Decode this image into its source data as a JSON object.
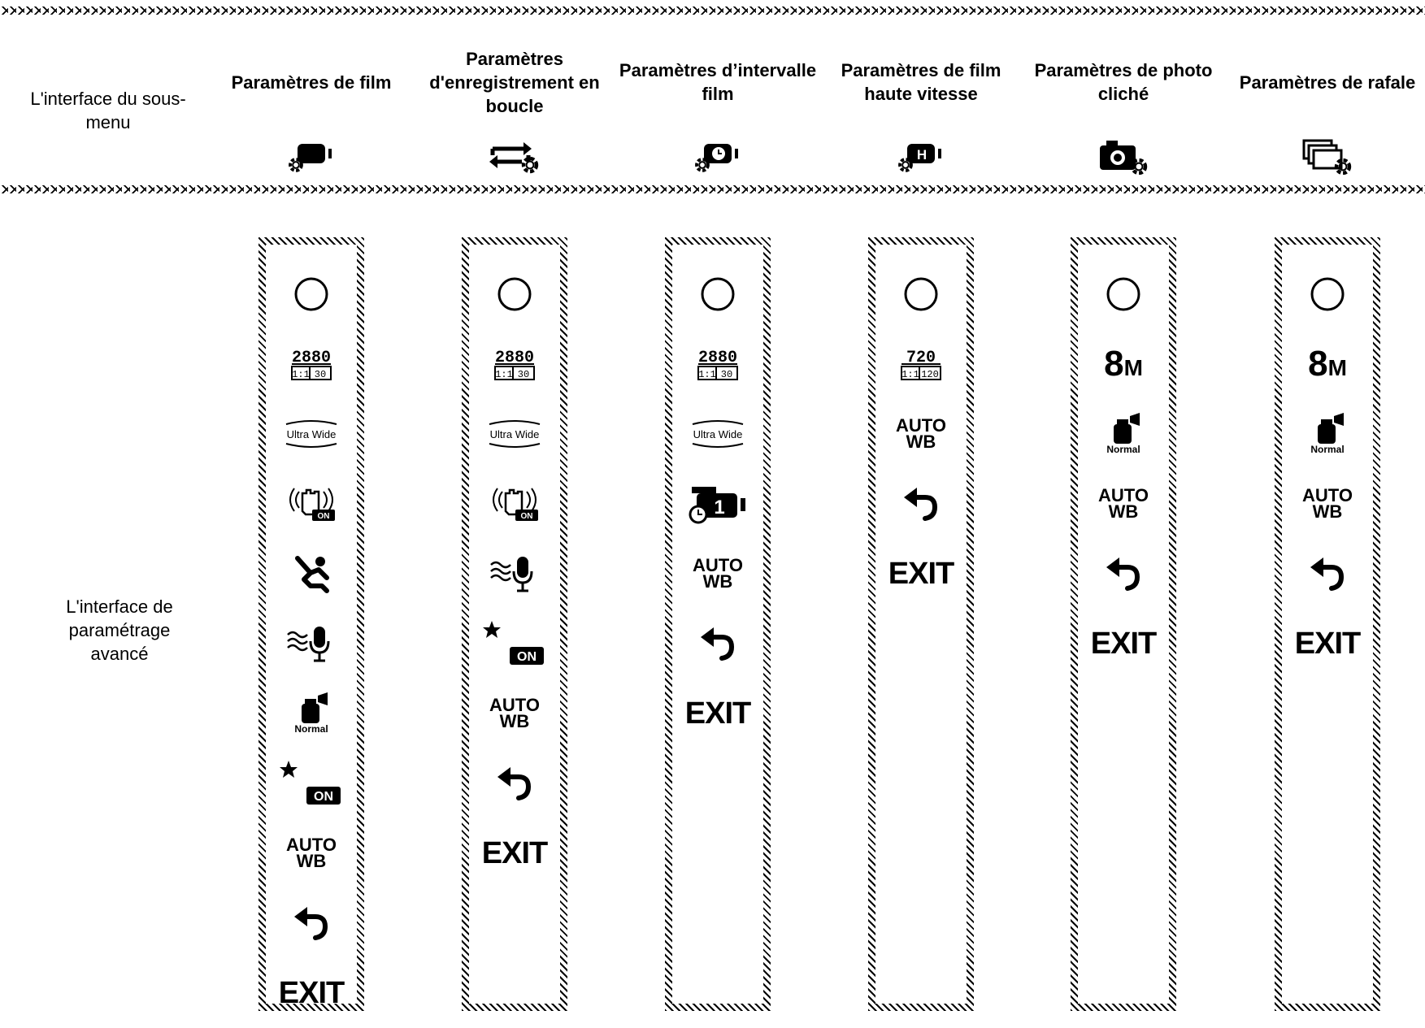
{
  "row_labels": {
    "submenu": "L'interface du sous-menu",
    "advanced": "L'interface de paramétrage avancé"
  },
  "columns": [
    {
      "title": "Paramètres de film",
      "icon": "video-settings-icon",
      "items": [
        "circle",
        "res-2880",
        "ultra-wide",
        "stabilizer-on",
        "dive",
        "wind-mic",
        "normal",
        "night-on",
        "autowb",
        "back",
        "exit"
      ]
    },
    {
      "title": "Paramètres d'enregistrement en boucle",
      "icon": "loop-settings-icon",
      "items": [
        "circle",
        "res-2880",
        "ultra-wide",
        "stabilizer-on",
        "wind-mic",
        "night-on",
        "autowb",
        "back",
        "exit"
      ]
    },
    {
      "title": "Paramètres d’intervalle film",
      "icon": "interval-settings-icon",
      "items": [
        "circle",
        "res-2880",
        "ultra-wide",
        "interval-1",
        "autowb",
        "back",
        "exit"
      ]
    },
    {
      "title": "Paramètres de film haute vitesse",
      "icon": "highspeed-settings-icon",
      "items": [
        "circle",
        "res-720",
        "autowb",
        "back",
        "exit"
      ]
    },
    {
      "title": "Paramètres de photo cliché",
      "icon": "photo-settings-icon",
      "items": [
        "circle",
        "8m",
        "normal",
        "autowb",
        "back",
        "exit"
      ]
    },
    {
      "title": "Paramètres de rafale",
      "icon": "burst-settings-icon",
      "items": [
        "circle",
        "8m",
        "normal",
        "autowb",
        "back",
        "exit"
      ]
    }
  ],
  "labels": {
    "exit": "EXIT",
    "auto": "AUTO",
    "wb": "WB",
    "normal": "Normal",
    "on": "ON",
    "ultra_wide": "Ultra Wide",
    "res_2880": "2880",
    "res_2880_sub": "1:1|30",
    "res_720": "720",
    "res_720_sub": "1:1|120",
    "megapix": "8",
    "megapix_unit": "M",
    "interval_num": "1",
    "highspeed_letter": "H"
  }
}
